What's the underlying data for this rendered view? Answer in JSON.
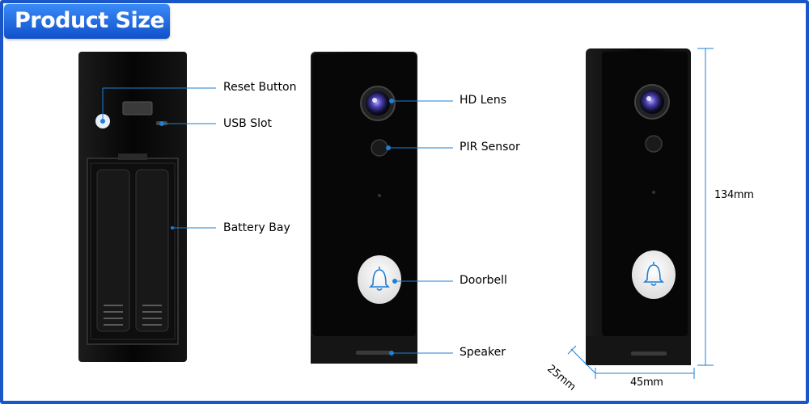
{
  "title": "Product Size",
  "callouts": {
    "reset_button": "Reset Button",
    "usb_slot": "USB Slot",
    "battery_bay": "Battery Bay",
    "hd_lens": "HD Lens",
    "pir_sensor": "PIR Sensor",
    "doorbell": "Doorbell",
    "speaker": "Speaker"
  },
  "dimensions": {
    "height": "134mm",
    "width": "45mm",
    "depth": "25mm"
  },
  "colors": {
    "accent": "#1a56c9",
    "device_body": "#0b0b0b",
    "callout_line": "#1e7fd6"
  }
}
